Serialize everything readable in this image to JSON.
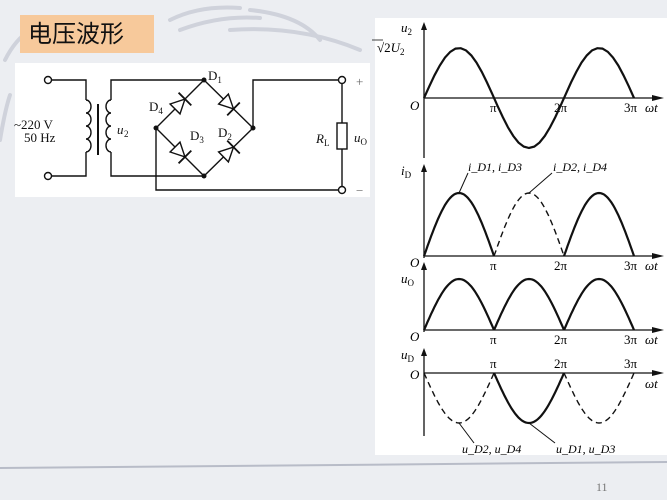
{
  "slide": {
    "title": "电压波形",
    "page_number": "11"
  },
  "circuit": {
    "source_voltage": "~220 V",
    "source_freq": "50 Hz",
    "secondary_label": "u",
    "secondary_sub": "2",
    "diodes": [
      {
        "name": "D",
        "sub": "1"
      },
      {
        "name": "D",
        "sub": "2"
      },
      {
        "name": "D",
        "sub": "3"
      },
      {
        "name": "D",
        "sub": "4"
      }
    ],
    "load_label": "R",
    "load_sub": "L",
    "output_label": "u",
    "output_sub": "O",
    "plus": "+",
    "minus": "−"
  },
  "waveforms": {
    "x_ticks": [
      "π",
      "2π",
      "3π"
    ],
    "x_label": "ωt",
    "origin": "O",
    "plots": [
      {
        "id": "u2",
        "ylabel": "u",
        "ysub": "2",
        "peak_label_root": "2",
        "peak_label": "U",
        "peak_sub": "2",
        "shape": "sine"
      },
      {
        "id": "iD",
        "ylabel": "i",
        "ysub": "D",
        "annot_solid": "i_D1, i_D3",
        "annot_dashed": "i_D2, i_D4",
        "shape": "rectified, alternating solid/dashed"
      },
      {
        "id": "uO",
        "ylabel": "u",
        "ysub": "O",
        "shape": "full-wave rectified"
      },
      {
        "id": "uD",
        "ylabel": "u",
        "ysub": "D",
        "annot_dashed": "u_D2, u_D4",
        "annot_solid": "u_D1, u_D3",
        "shape": "negative half-waves, alternating dashed/solid"
      }
    ]
  }
}
